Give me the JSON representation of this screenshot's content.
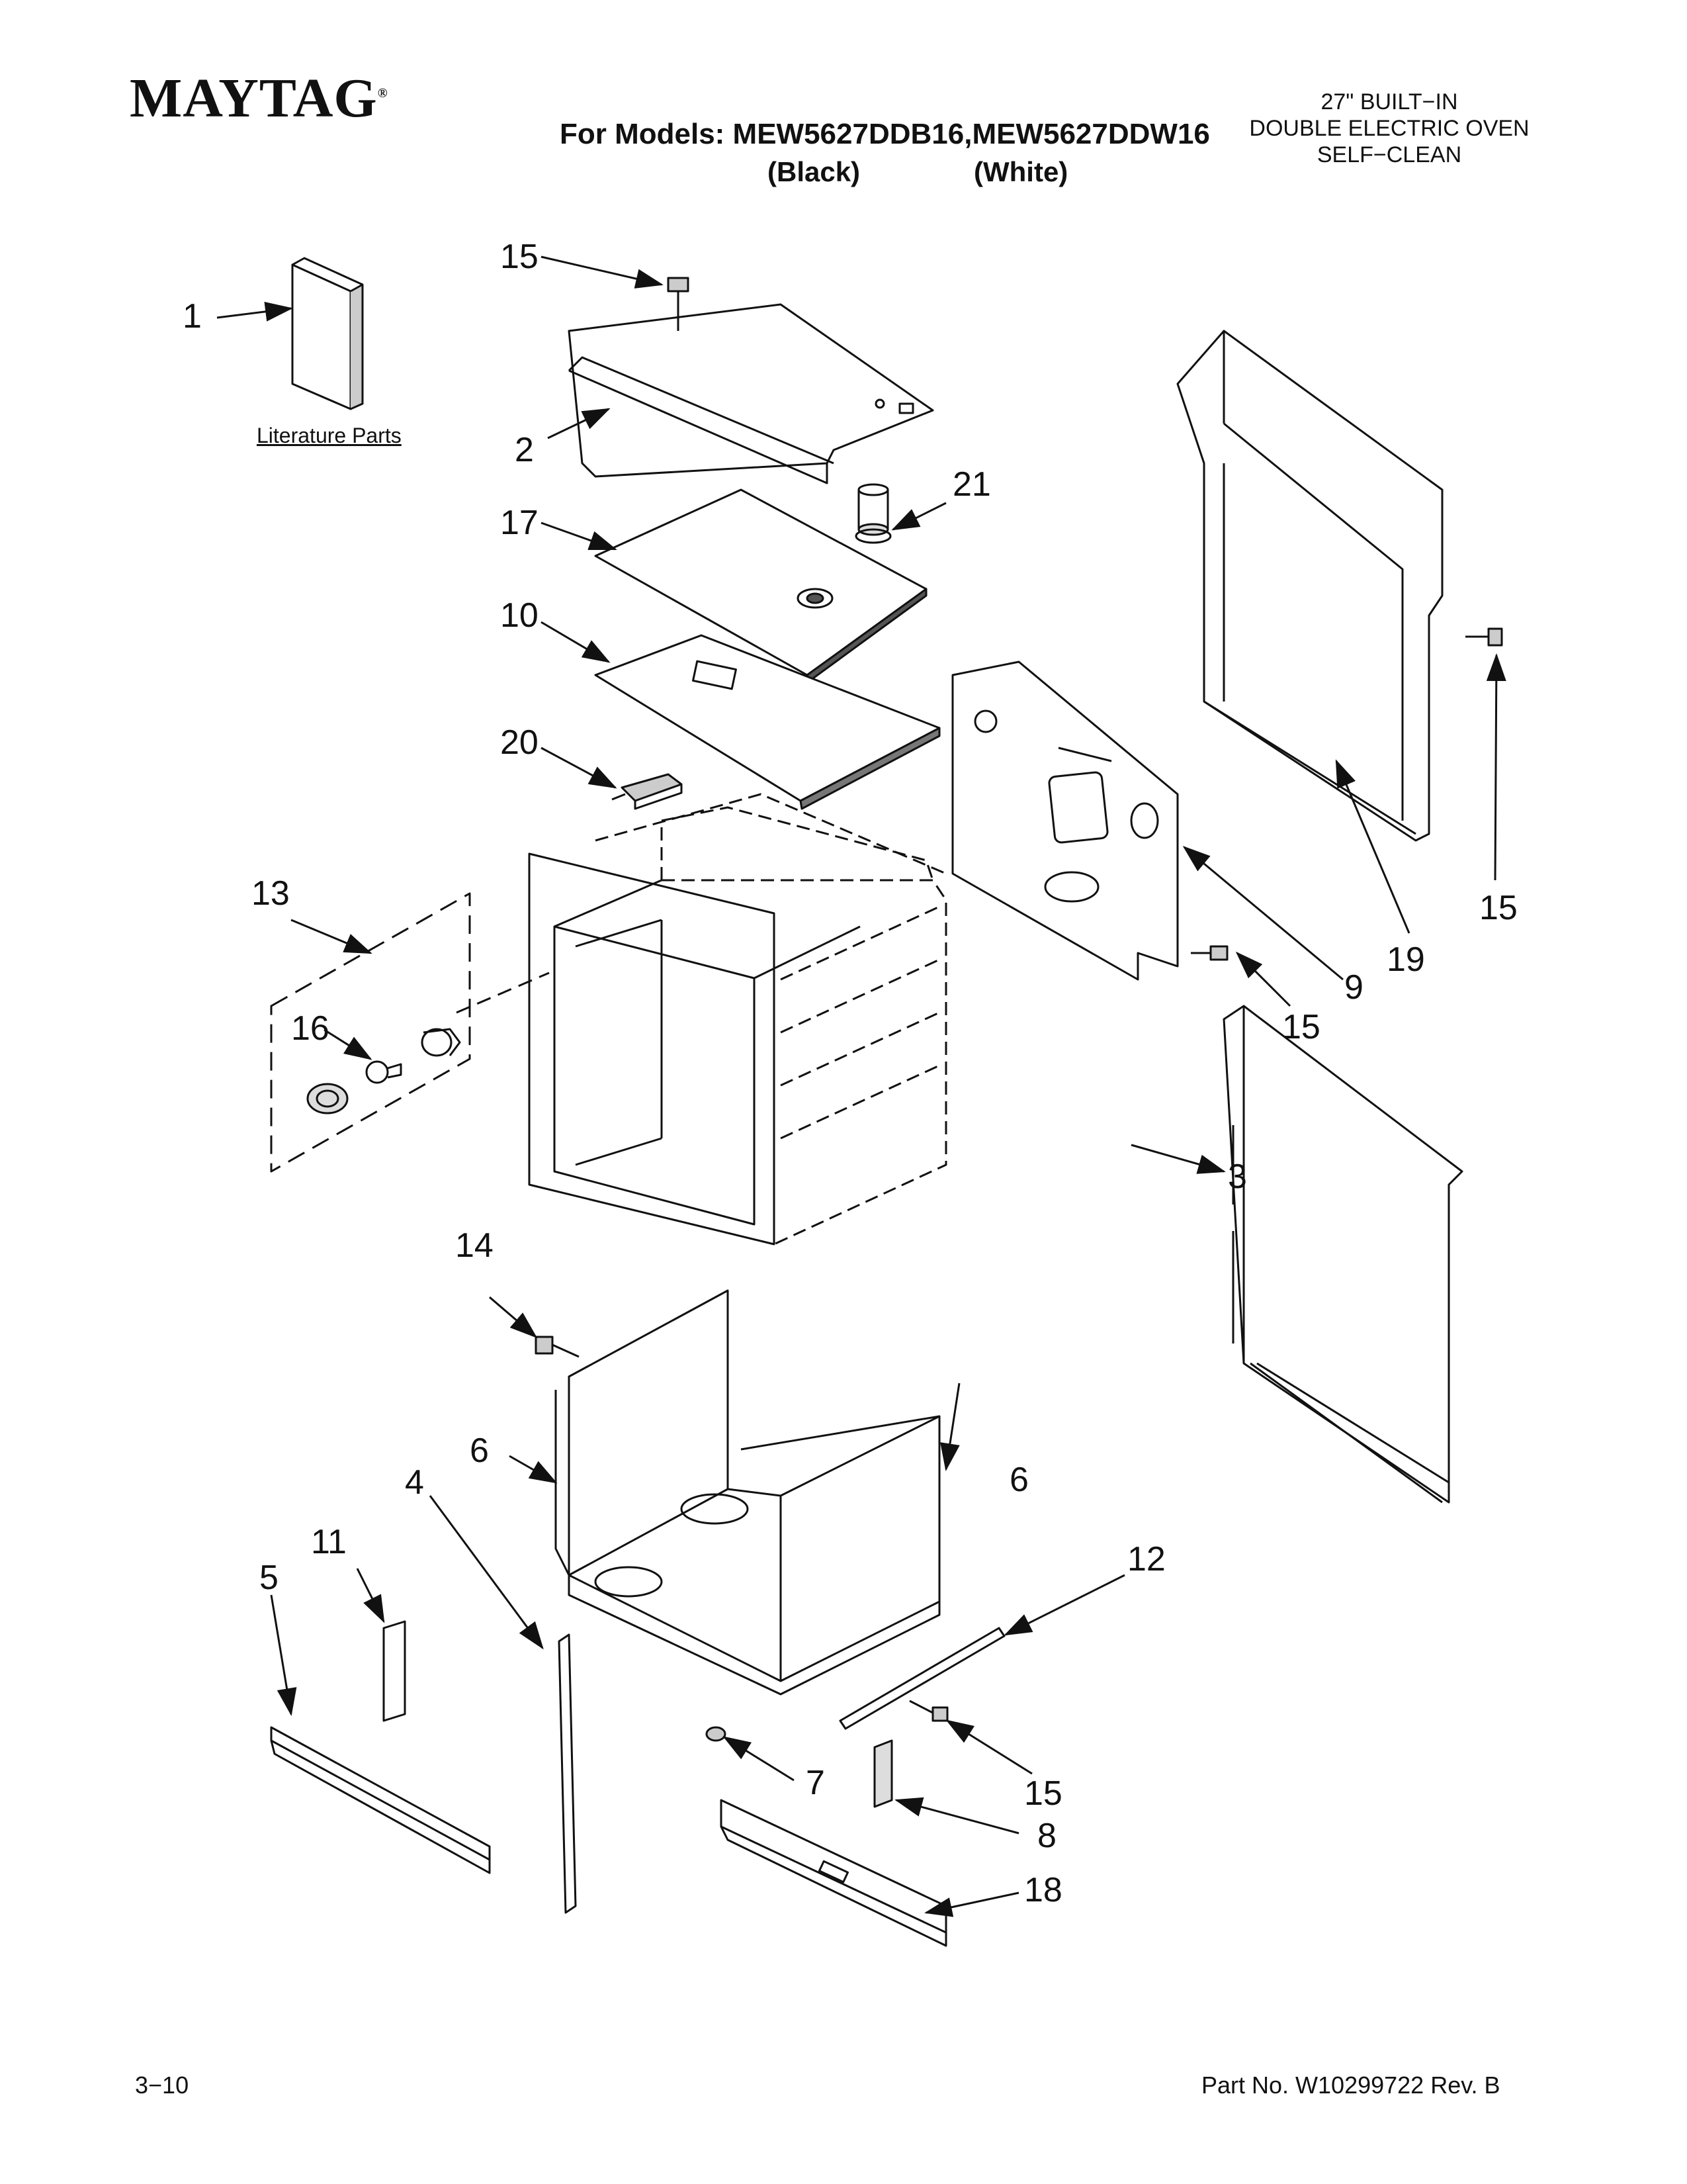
{
  "header": {
    "brand": "MAYTAG",
    "brand_mark": "®",
    "models_label": "For Models: MEW5627DDB16,MEW5627DDW16",
    "color_black": "(Black)",
    "color_white": "(White)",
    "product_line1": "27\" BUILT−IN",
    "product_line2": "DOUBLE ELECTRIC OVEN",
    "product_line3": "SELF−CLEAN"
  },
  "literature_label": "Literature Parts",
  "callouts": {
    "c1": "1",
    "c2": "2",
    "c3": "3",
    "c4": "4",
    "c5": "5",
    "c6a": "6",
    "c6b": "6",
    "c7": "7",
    "c8": "8",
    "c9": "9",
    "c10": "10",
    "c11": "11",
    "c12": "12",
    "c13": "13",
    "c14": "14",
    "c15a": "15",
    "c15b": "15",
    "c15c": "15",
    "c15d": "15",
    "c16": "16",
    "c17": "17",
    "c18": "18",
    "c19": "19",
    "c20": "20",
    "c21": "21"
  },
  "footer": {
    "page": "3−10",
    "part_no": "Part No. W10299722 Rev. B"
  }
}
